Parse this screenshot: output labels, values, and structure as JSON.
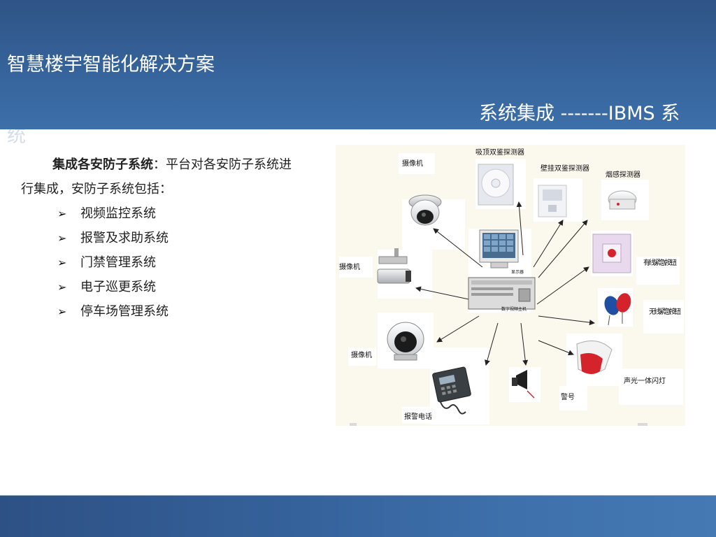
{
  "header": {
    "title": "智慧楼宇智能化解决方案",
    "subtitle": "系统集成 -------IBMS 系",
    "subtitle_wrap": "统"
  },
  "content": {
    "intro_bold": "集成各安防子系统",
    "intro_rest": "：平台对各安防子系统进行集成，安防子系统包括：",
    "bullet_glyph": "➢",
    "items": [
      "视频监控系统",
      "报警及求助系统",
      "门禁管理系统",
      "电子巡更系统",
      "停车场管理系统"
    ]
  },
  "diagram": {
    "labels": {
      "camera_top": "摄像机",
      "ceiling_detector": "吸顶双鉴探测器",
      "wall_detector": "壁挂双鉴探测器",
      "smoke_detector": "烟感探测器",
      "camera_left": "摄像机",
      "wired_button": "有线紧急按钮",
      "monitor": "显示器",
      "host": "数字视频主机",
      "wireless_button": "无线紧急按钮",
      "camera_bottom": "摄像机",
      "alarm_light": "声光一体闪灯",
      "siren": "警号",
      "alarm_phone": "报警电话"
    },
    "colors": {
      "arrow": "#222222",
      "background": "#fbf8ee",
      "button_red": "#d4232b",
      "panel_pink": "#e9d9ee"
    }
  }
}
